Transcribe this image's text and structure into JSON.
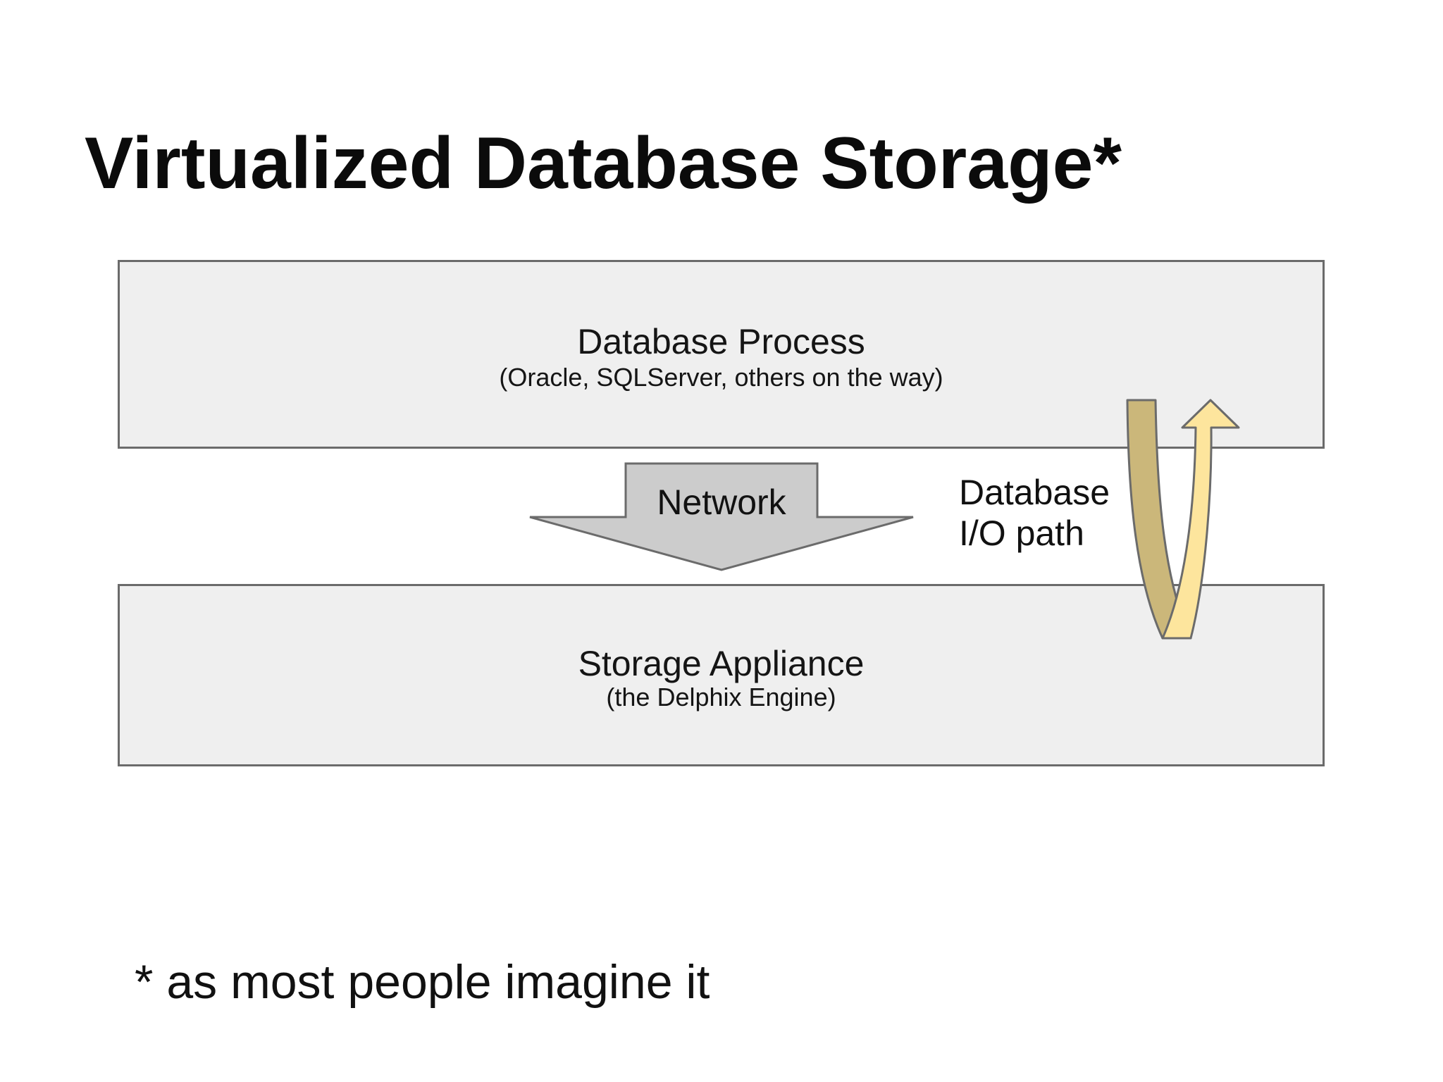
{
  "slide": {
    "title": "Virtualized Database Storage*",
    "footnote": "* as most people imagine it"
  },
  "diagram": {
    "database_box": {
      "label": "Database Process",
      "sublabel": "(Oracle, SQLServer, others on the way)"
    },
    "network_arrow": {
      "label": "Network"
    },
    "storage_box": {
      "label": "Storage Appliance",
      "sublabel": "(the Delphix Engine)"
    },
    "io_path": {
      "label_line1": "Database",
      "label_line2": "I/O path"
    }
  },
  "colors": {
    "box_fill": "#efefef",
    "box_border": "#6b6b6b",
    "network_arrow_fill": "#cccccc",
    "io_arrow_down": "#cbb77a",
    "io_arrow_up": "#fde59d"
  }
}
